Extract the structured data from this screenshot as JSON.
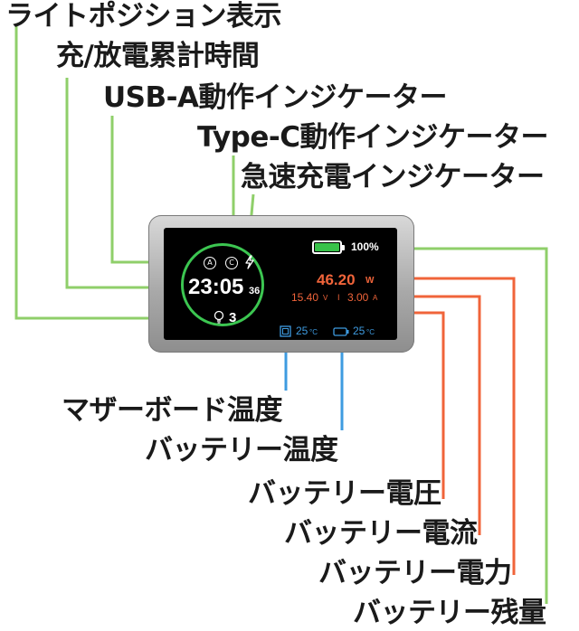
{
  "labels": {
    "light_position": "ライトポジション表示",
    "charge_time": "充/放電累計時間",
    "usb_a": "USB-A動作インジケーター",
    "type_c": "Type-C動作インジケーター",
    "fast_charge": "急速充電インジケーター",
    "mb_temp": "マザーボード温度",
    "battery_temp": "バッテリー温度",
    "battery_voltage": "バッテリー電圧",
    "battery_current": "バッテリー電流",
    "battery_power": "バッテリー電力",
    "battery_remaining": "バッテリー残量"
  },
  "display": {
    "time_main": "23:05",
    "time_seconds": "36",
    "light_level": "3",
    "usb_a_glyph": "A",
    "type_c_glyph": "C",
    "battery_percent_text": "100%",
    "battery_fill": 1.0,
    "power_value": "46.20",
    "power_unit": "W",
    "voltage_value": "15.40",
    "voltage_unit": "V",
    "current_value": "3.00",
    "current_unit": "A",
    "separator": "I",
    "mb_temp_value": "25",
    "mb_temp_unit": "°C",
    "battery_temp_value": "25",
    "battery_temp_unit": "°C"
  },
  "colors": {
    "ring": "#3cc651",
    "battery_fill": "#38c24a",
    "green_leader": "#8fcf6a",
    "orange": "#f0643a",
    "blue": "#3e9be0",
    "leader_dark": "#2a2a2a"
  },
  "icons": [
    "usb-a-icon",
    "type-c-icon",
    "lightning-icon",
    "bulb-icon",
    "battery-icon",
    "motherboard-icon",
    "battery-small-icon"
  ]
}
